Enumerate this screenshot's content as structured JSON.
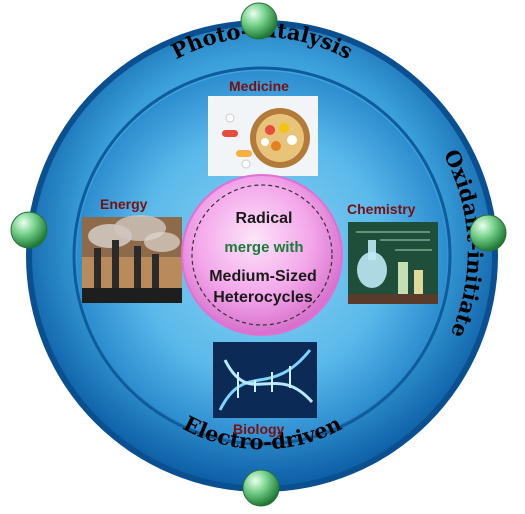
{
  "outer_ring": {
    "top": "Photo-catalysis",
    "right": "Oxidant-initiate",
    "bottom": "Electro-driven"
  },
  "applications": {
    "top": "Medicine",
    "left": "Energy",
    "right": "Chemistry",
    "bottom": "Biology"
  },
  "core": {
    "line1": "Radical",
    "line2": "merge with",
    "line3": "Medium-Sized",
    "line4": "Heterocycles"
  },
  "colors": {
    "ring_dark": "#0d5fa6",
    "ring_light": "#6fc6f2",
    "core_fill": "#f3a6ea",
    "bead": "#2fa84a",
    "label_red": "#7a1010",
    "merge_green": "#1c7a3a"
  }
}
